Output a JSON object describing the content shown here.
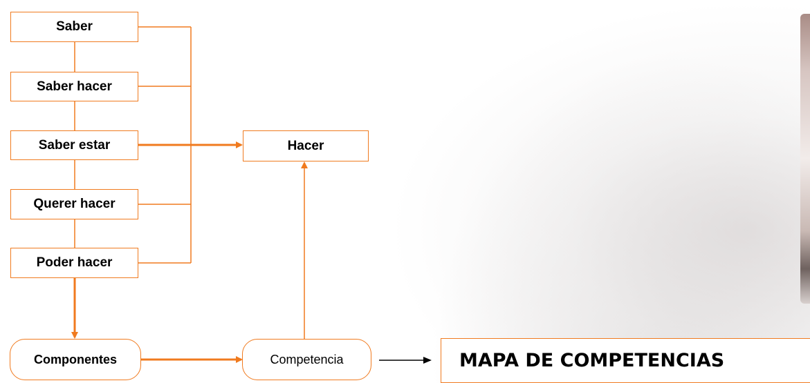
{
  "diagram": {
    "nodes": {
      "saber": "Saber",
      "saber_hacer": "Saber hacer",
      "saber_estar": "Saber estar",
      "querer_hacer": "Querer hacer",
      "poder_hacer": "Poder hacer",
      "hacer": "Hacer",
      "componentes": "Componentes",
      "competencia": "Competencia",
      "mapa": "MAPA DE COMPETENCIAS"
    },
    "colors": {
      "accent": "#f07a1e",
      "text": "#000000",
      "arrow_black": "#000000"
    }
  }
}
